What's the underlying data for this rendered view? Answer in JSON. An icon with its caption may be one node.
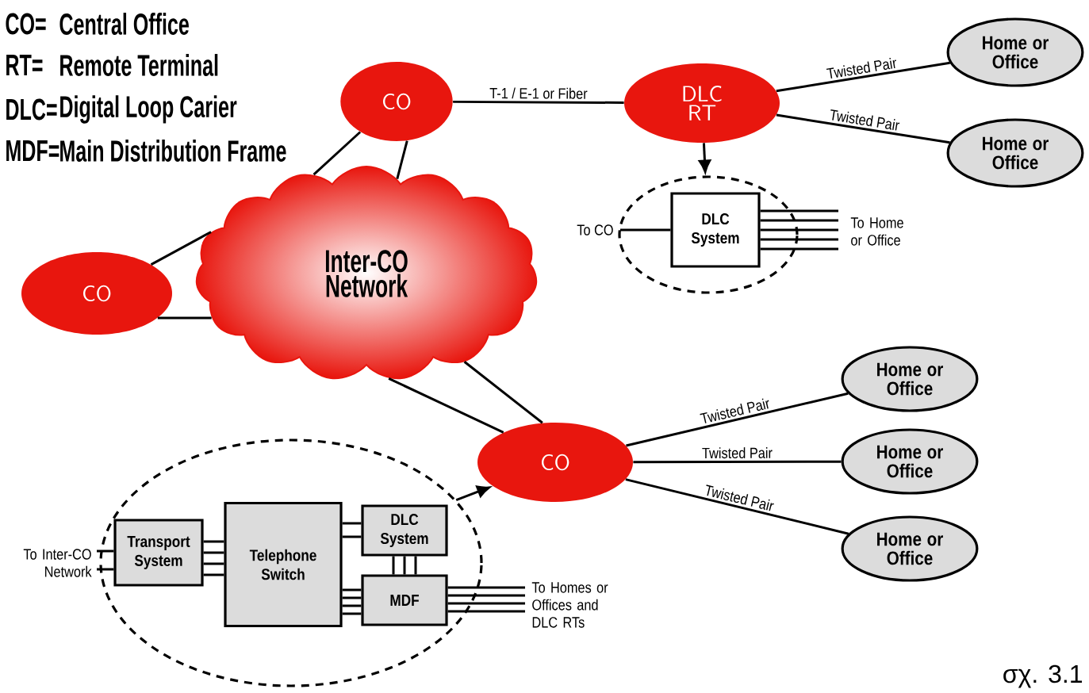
{
  "diagram": {
    "caption": "σχ. 3.1",
    "nodes": [
      {
        "text": [
          "CO"
        ]
      },
      {
        "text": [
          "DLC RT"
        ]
      },
      {
        "text": [
          "Home or Office"
        ]
      },
      {
        "text": [
          "Home or Office"
        ]
      },
      {
        "text": [],
        "shape": "ellipse"
      },
      {
        "text": [
          "DLC System"
        ],
        "in": 4
      },
      {
        "text": [
          "CO"
        ]
      },
      {
        "text": [
          "Inter-CO Network"
        ]
      },
      {
        "text": [
          "CO"
        ]
      },
      {
        "text": [
          "Home or Office"
        ]
      },
      {
        "text": [
          "Home or Office"
        ]
      },
      {
        "text": [
          "Home or Office"
        ]
      },
      {
        "text": [],
        "shape": "ellipse"
      },
      {
        "text": [
          "Transport System"
        ],
        "in": 12
      },
      {
        "text": [
          "Telephone Switch"
        ],
        "in": 12
      },
      {
        "text": [
          "DLC System"
        ],
        "in": 12
      },
      {
        "text": [
          "MDF"
        ],
        "in": 12
      }
    ],
    "edges": [
      {
        "from": 0,
        "to": 1,
        "arrow": "none",
        "label": "T-1 / E-1 or Fiber"
      },
      {
        "from": 1,
        "to": 2,
        "arrow": "none",
        "label": "Twisted Pair"
      },
      {
        "from": 1,
        "to": 3,
        "arrow": "none",
        "label": "Twisted Pair"
      },
      {
        "from": 1,
        "to": 4,
        "arrow": "to"
      },
      {
        "from": 0,
        "to": 7,
        "arrow": "none"
      },
      {
        "from": 0,
        "to": 7,
        "arrow": "none"
      },
      {
        "from": 6,
        "to": 7,
        "arrow": "none"
      },
      {
        "from": 6,
        "to": 7,
        "arrow": "none"
      },
      {
        "from": 8,
        "to": 7,
        "arrow": "none"
      },
      {
        "from": 8,
        "to": 7,
        "arrow": "none"
      },
      {
        "from": 8,
        "to": 9,
        "arrow": "none",
        "label": "Twisted Pair"
      },
      {
        "from": 8,
        "to": 10,
        "arrow": "none",
        "label": "Twisted Pair"
      },
      {
        "from": 8,
        "to": 11,
        "arrow": "none",
        "label": "Twisted Pair"
      },
      {
        "from": 12,
        "to": 8,
        "arrow": "to"
      },
      {
        "from": 13,
        "to": 14,
        "arrow": "none"
      },
      {
        "from": 14,
        "to": 15,
        "arrow": "none"
      },
      {
        "from": 14,
        "to": 16,
        "arrow": "none"
      },
      {
        "from": 15,
        "to": 16,
        "arrow": "none"
      }
    ],
    "labels": [
      "CO=",
      "Central Office",
      "RT=",
      "Remote Terminal",
      "DLC=",
      "Digital Loop Carier",
      "MDF=",
      "Main Distribution Frame",
      "To CO",
      "To Home or Office",
      "To Inter-CO Network",
      "To Homes or Offices and DLC RTs"
    ]
  }
}
